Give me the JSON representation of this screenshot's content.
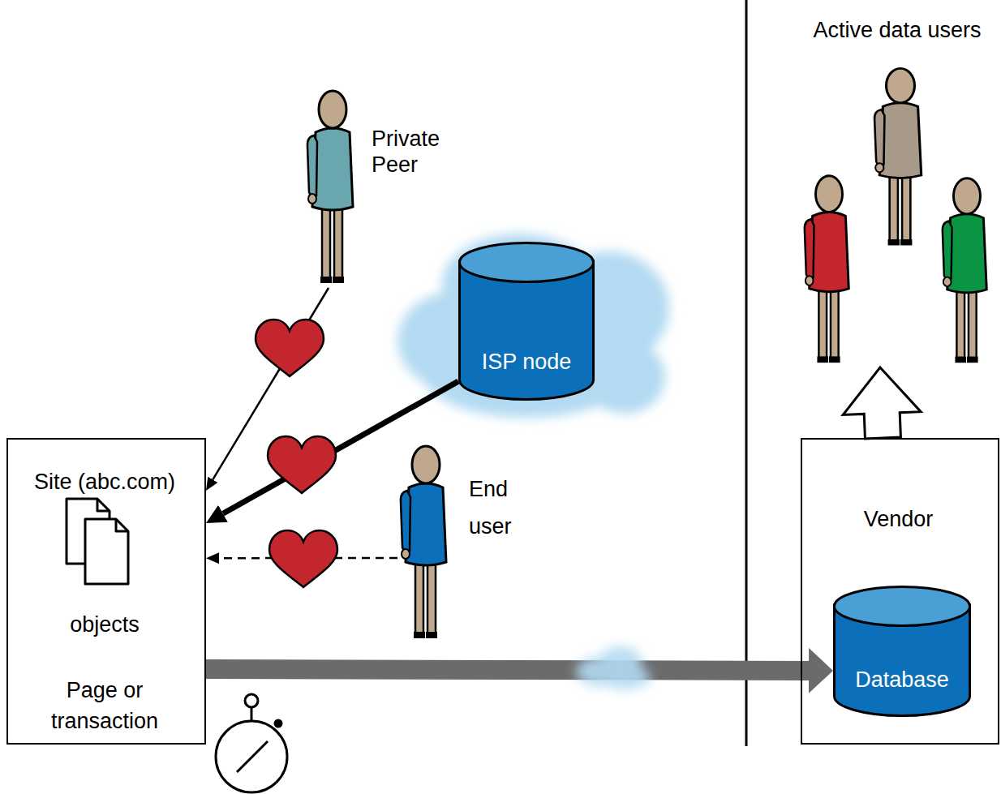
{
  "diagram": {
    "nodes": [
      {
        "text": [
          "Private Peer"
        ]
      },
      {
        "text": [
          "Active data users"
        ]
      },
      {
        "text": [
          "ISP node"
        ]
      },
      {
        "text": [
          "Site (abc.com)",
          "objects",
          "Page or transaction"
        ]
      },
      {
        "text": [
          "End user"
        ]
      },
      {
        "text": [
          "Vendor"
        ]
      },
      {
        "text": [
          "Database"
        ],
        "in": 5
      }
    ],
    "edges": [
      {
        "from": 0,
        "to": 3,
        "arrow": "to"
      },
      {
        "from": 2,
        "to": 3,
        "arrow": "to"
      },
      {
        "from": 4,
        "to": 3,
        "arrow": "to"
      },
      {
        "from": 3,
        "to": 6,
        "arrow": "to"
      },
      {
        "from": 5,
        "to": 1,
        "arrow": "to"
      }
    ]
  }
}
